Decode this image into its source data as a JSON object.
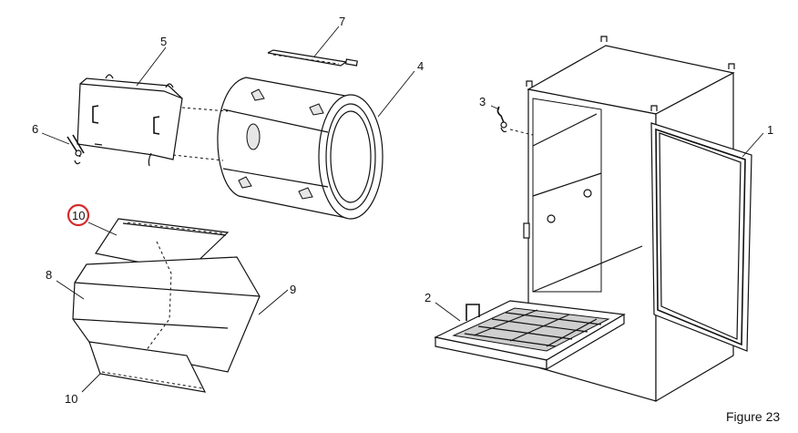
{
  "figure": {
    "caption": "Figure 23",
    "highlight_color": "#d42a2a"
  },
  "callouts": [
    {
      "id": "c1",
      "label": "1"
    },
    {
      "id": "c2",
      "label": "2"
    },
    {
      "id": "c3",
      "label": "3"
    },
    {
      "id": "c4",
      "label": "4"
    },
    {
      "id": "c5",
      "label": "5"
    },
    {
      "id": "c6",
      "label": "6"
    },
    {
      "id": "c7",
      "label": "7"
    },
    {
      "id": "c8",
      "label": "8"
    },
    {
      "id": "c9",
      "label": "9"
    },
    {
      "id": "c10a",
      "label": "10",
      "highlighted": true
    },
    {
      "id": "c10b",
      "label": "10"
    }
  ]
}
